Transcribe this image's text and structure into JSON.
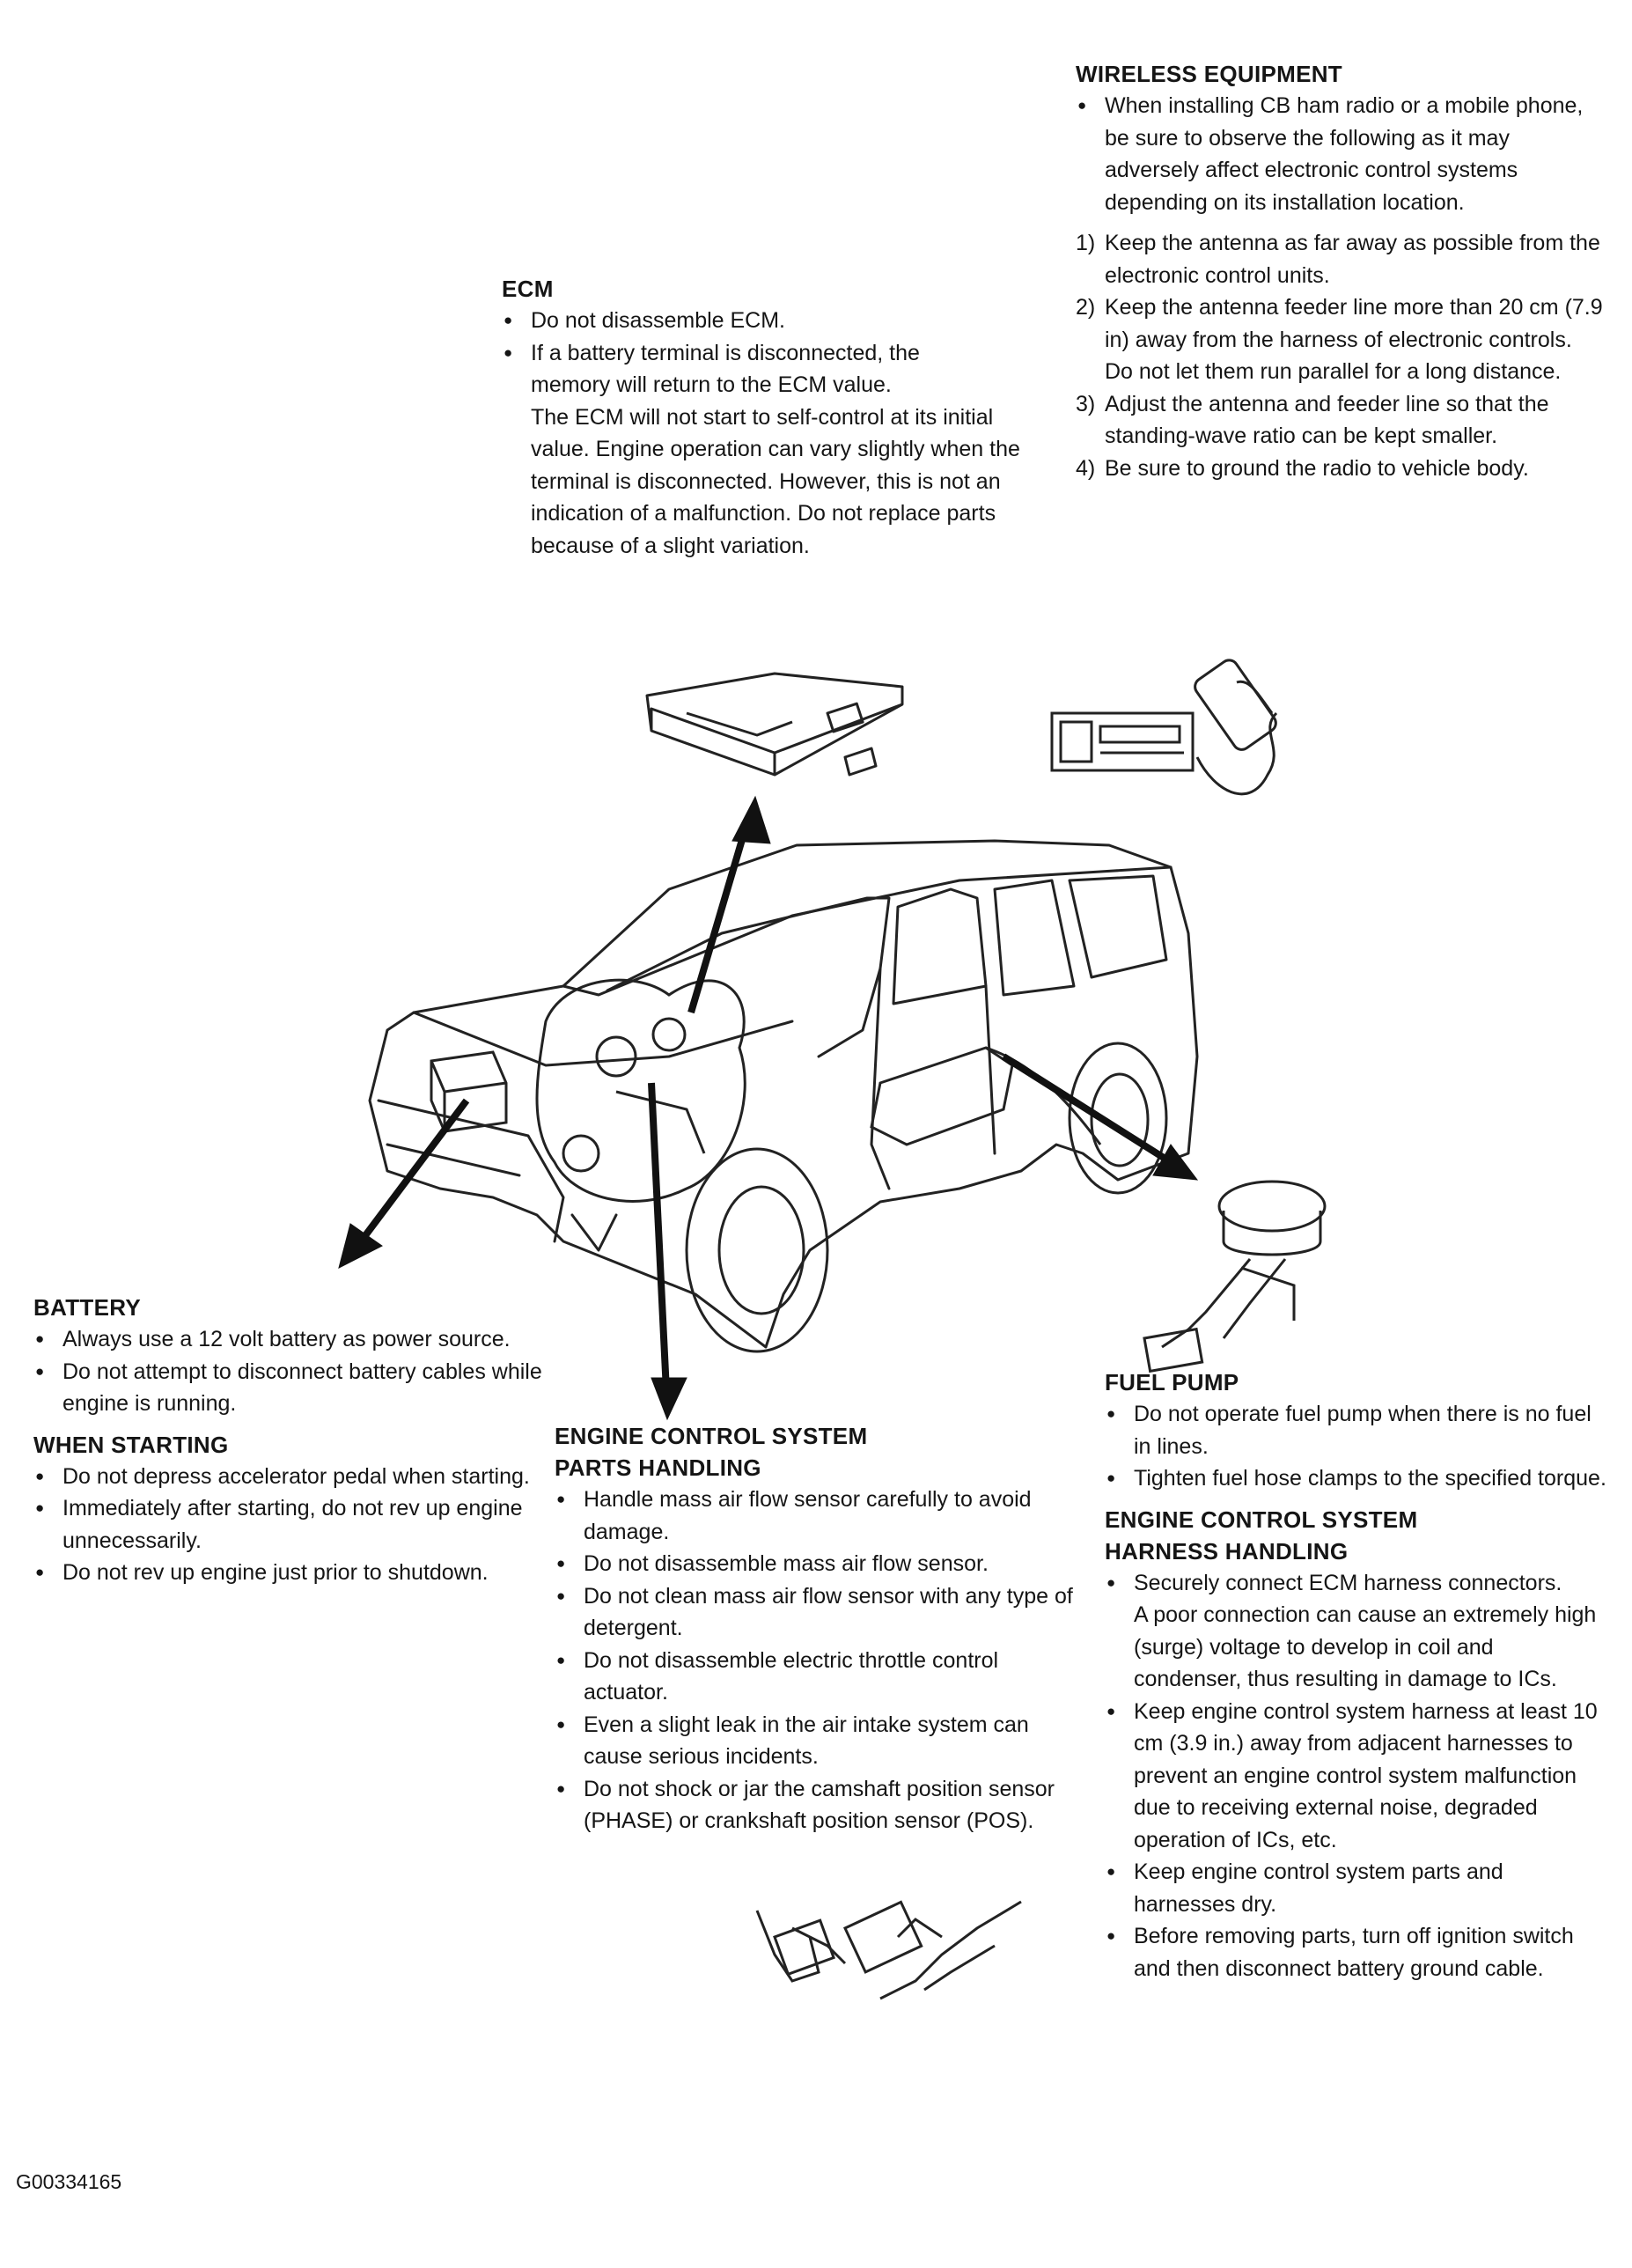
{
  "wireless": {
    "title": "WIRELESS EQUIPMENT",
    "intro": "When installing CB ham radio or a mobile phone, be sure to observe the following as it may adversely affect electronic control systems depending on its installation location.",
    "steps": [
      {
        "num": "1)",
        "text": "Keep the antenna as far away as possible from the electronic control units."
      },
      {
        "num": "2)",
        "text": "Keep the antenna feeder line more than 20 cm (7.9 in) away from the harness of electronic controls.",
        "note": "Do not let them run parallel for a long distance."
      },
      {
        "num": "3)",
        "text": "Adjust the antenna and feeder line so that the standing-wave ratio can be kept smaller."
      },
      {
        "num": "4)",
        "text": "Be sure to ground the radio to vehicle body."
      }
    ]
  },
  "ecm": {
    "title": "ECM",
    "bullets": [
      "Do not disassemble ECM.",
      "If a battery terminal is disconnected, the memory will return to the ECM value."
    ],
    "note": "The ECM will not start to self-control at its initial value. Engine operation can vary slightly when the terminal is disconnected. However, this is not an indication of a malfunction. Do not replace parts because of a slight variation."
  },
  "battery": {
    "title": "BATTERY",
    "bullets": [
      "Always use a 12 volt battery as power source.",
      "Do not attempt to disconnect battery cables while engine is running."
    ]
  },
  "starting": {
    "title": "WHEN STARTING",
    "bullets": [
      "Do not depress accelerator pedal when starting.",
      "Immediately after starting, do not rev up engine unnecessarily.",
      "Do not rev up engine just prior to shutdown."
    ]
  },
  "parts": {
    "title": "ENGINE CONTROL SYSTEM PARTS HANDLING",
    "bullets": [
      "Handle mass air flow sensor carefully to avoid damage.",
      "Do not disassemble mass air flow sensor.",
      "Do not clean mass air flow sensor with any type of detergent.",
      "Do not disassemble electric throttle control actuator.",
      "Even a slight leak in the air intake system can cause serious incidents.",
      "Do not shock or jar the camshaft position sensor (PHASE) or crankshaft position sensor (POS)."
    ]
  },
  "fuel": {
    "title": "FUEL PUMP",
    "bullets": [
      "Do not operate fuel pump when there is no fuel in lines.",
      "Tighten fuel hose clamps to the specified torque."
    ]
  },
  "harness": {
    "title": "ENGINE CONTROL SYSTEM HARNESS HANDLING",
    "bullets": [
      {
        "text": "Securely connect ECM harness connectors.",
        "note": "A poor connection can cause an extremely high (surge) voltage to develop in coil and condenser, thus resulting in damage to ICs."
      },
      {
        "text": "Keep engine control system harness at least 10 cm (3.9 in.) away from adjacent harnesses to prevent an engine control system malfunction due to receiving external noise, degraded operation of ICs, etc."
      },
      {
        "text": "Keep engine control system parts and harnesses dry."
      },
      {
        "text": "Before removing parts, turn off ignition switch and then disconnect battery ground cable."
      }
    ]
  },
  "figure_id": "G00334165"
}
